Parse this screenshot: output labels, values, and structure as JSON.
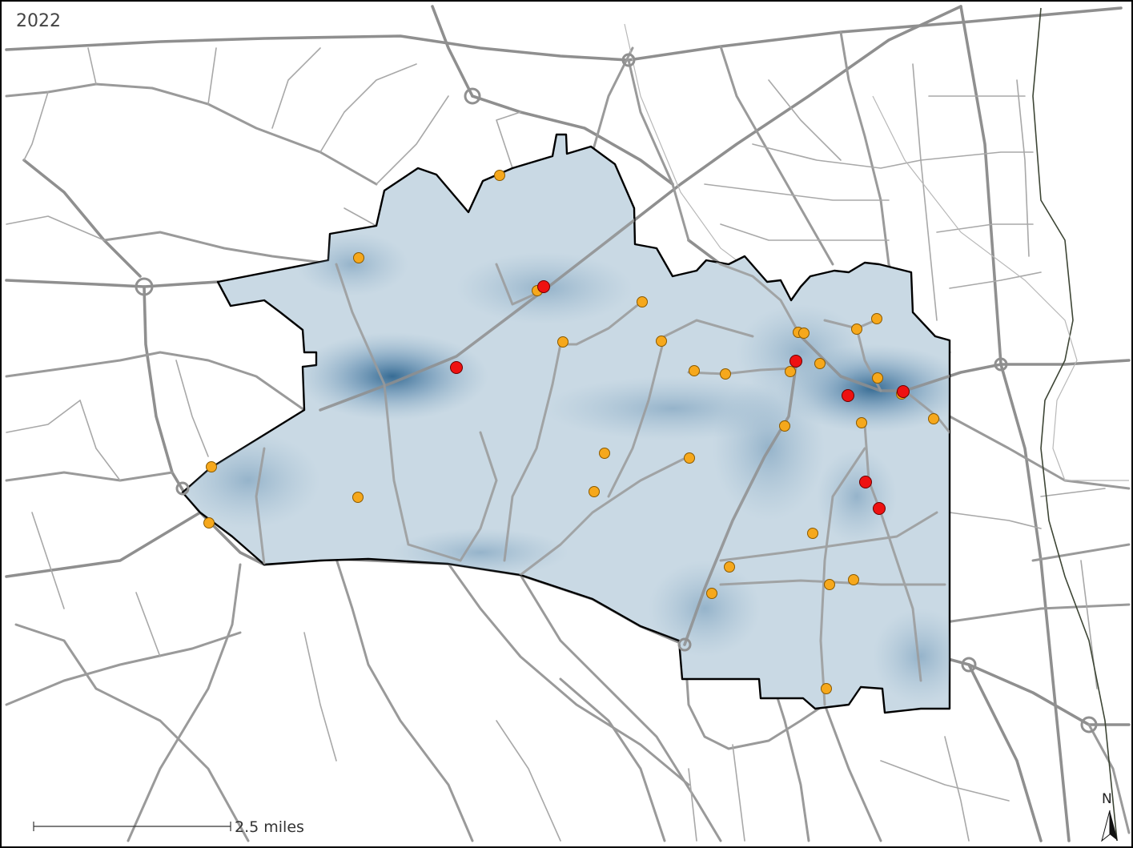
{
  "map": {
    "year_label": "2022",
    "scale_bar": {
      "label": "2.5 miles"
    },
    "north_arrow": {
      "label": "N",
      "icon": "north-arrow-icon"
    },
    "colors": {
      "boundary": "#000000",
      "density_fill": "#c6d7e2",
      "density_hot": "#2f6690",
      "road": "#9a9a9a",
      "point_orange": "#f6a81c",
      "point_red": "#ee1111"
    },
    "layers": [
      "roads",
      "railway",
      "area-boundary",
      "density-heatmap",
      "orange-points",
      "red-points"
    ]
  }
}
